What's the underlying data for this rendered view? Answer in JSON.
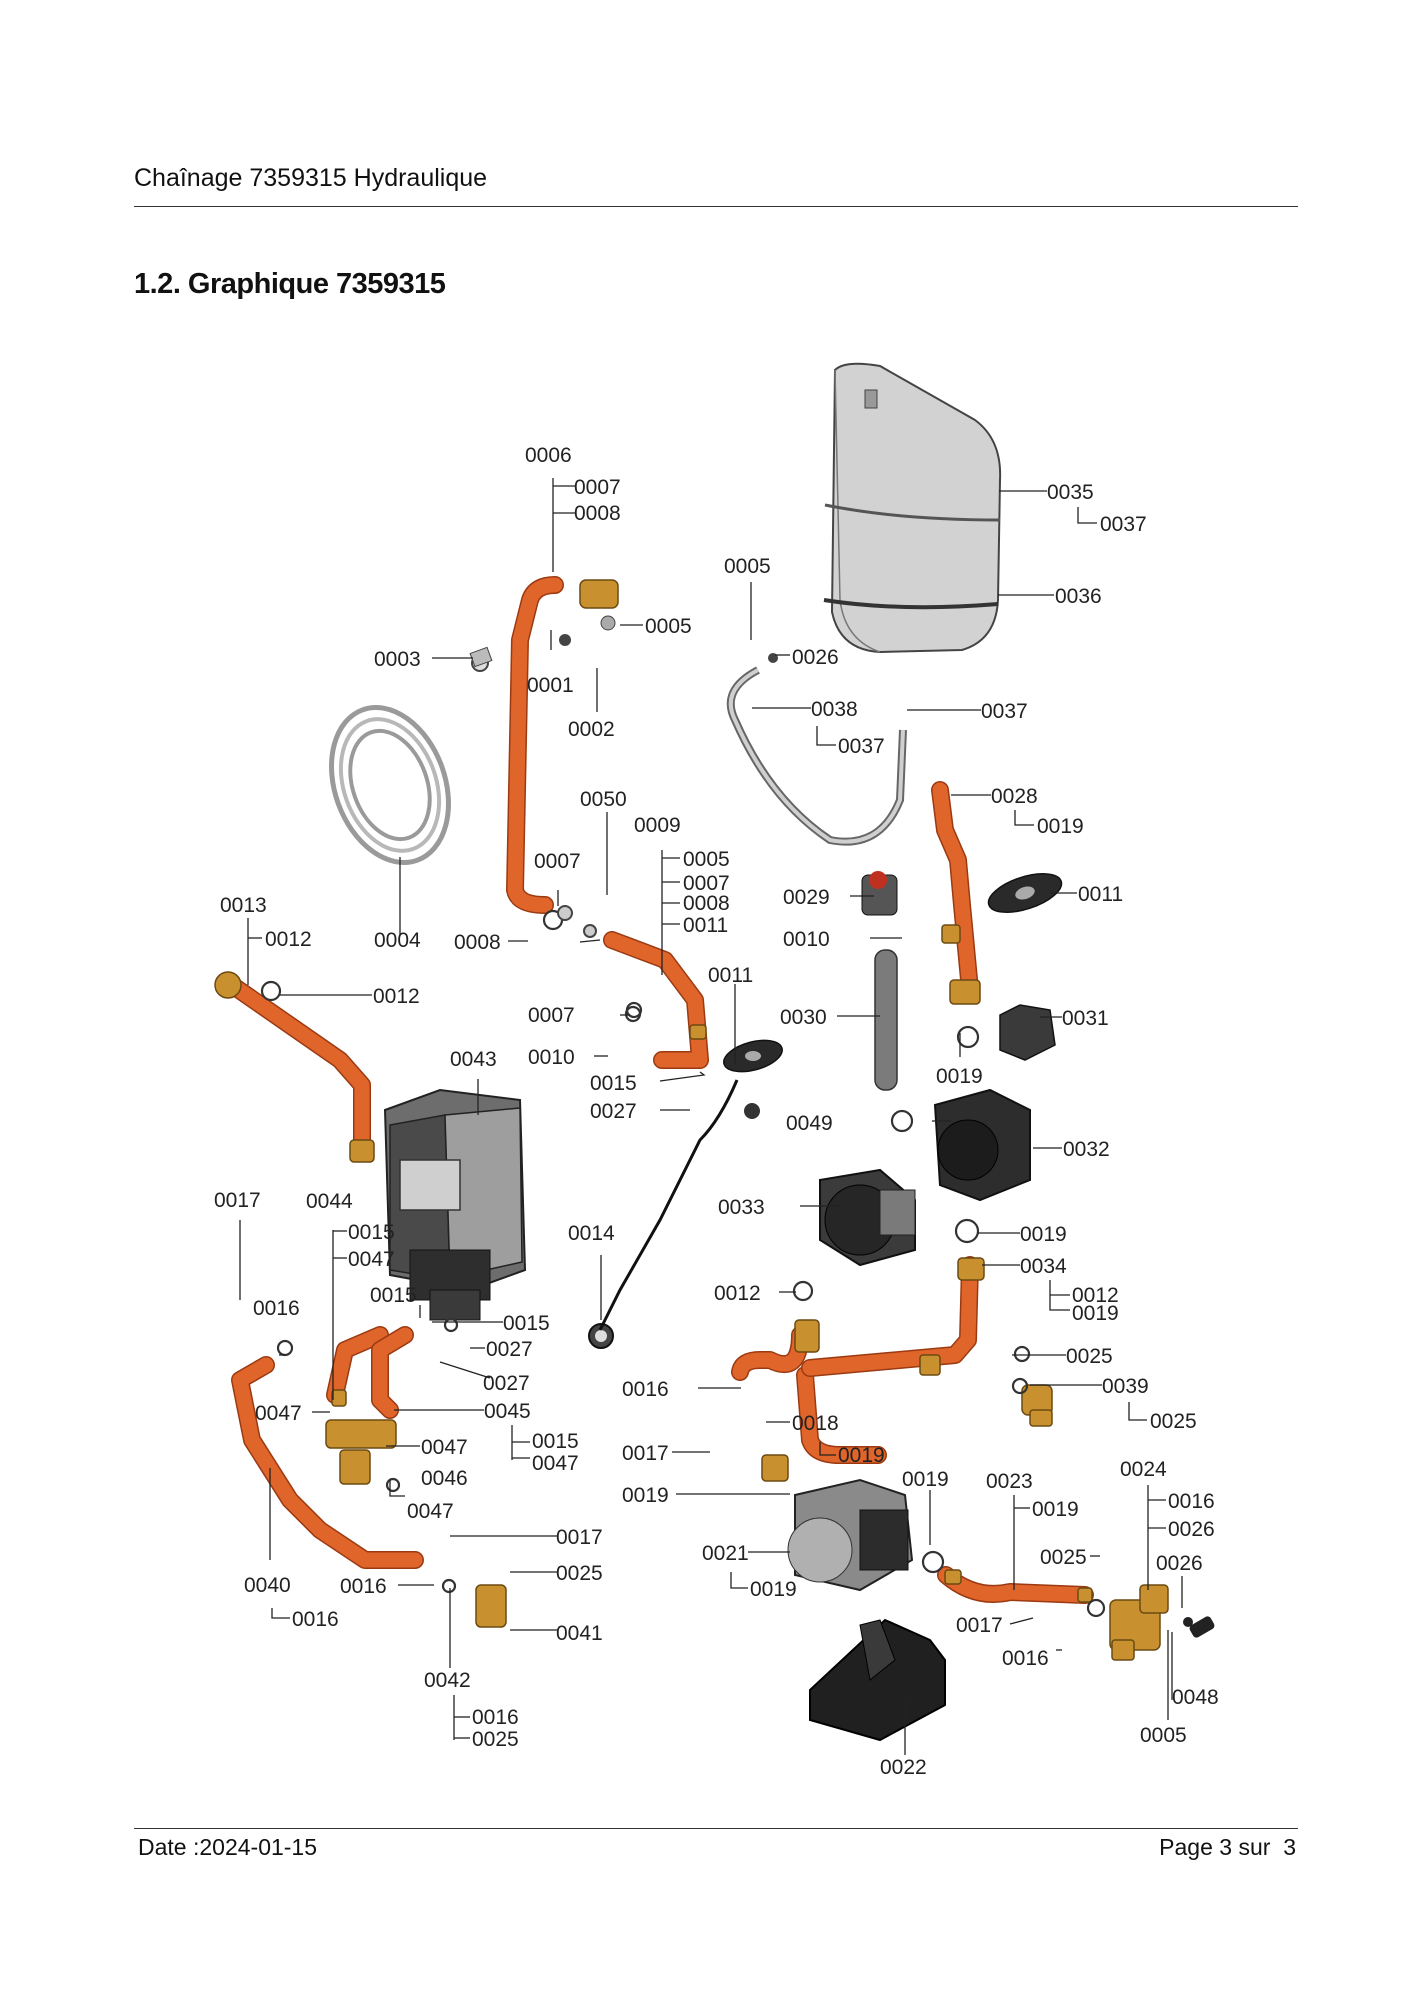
{
  "header": {
    "title": "Chaînage 7359315 Hydraulique",
    "section": "1.2. Graphique 7359315"
  },
  "footer": {
    "date": "Date :2024-01-15",
    "page_prefix": "Page 3 sur",
    "page_total": "3"
  },
  "diagram": {
    "labels": [
      "0006",
      "0007",
      "0008",
      "0005",
      "0001",
      "0002",
      "0003",
      "0004",
      "0005",
      "0026",
      "0035",
      "0037",
      "0036",
      "0038",
      "0037",
      "0037",
      "0028",
      "0019",
      "0011",
      "0029",
      "0010",
      "0031",
      "0019",
      "0030",
      "0050",
      "0009",
      "0005",
      "0007",
      "0008",
      "0011",
      "0007",
      "0008",
      "0013",
      "0012",
      "0012",
      "0011",
      "0007",
      "0010",
      "0015",
      "0027",
      "0043",
      "0014",
      "0049",
      "0032",
      "0033",
      "0019",
      "0034",
      "0012",
      "0019",
      "0012",
      "0017",
      "0044",
      "0015",
      "0047",
      "0016",
      "0015",
      "0015",
      "0027",
      "0027",
      "0045",
      "0015",
      "0047",
      "0047",
      "0047",
      "0046",
      "0047",
      "0017",
      "0025",
      "0041",
      "0040",
      "0016",
      "0016",
      "0042",
      "0016",
      "0025",
      "0025",
      "0039",
      "0025",
      "0016",
      "0018",
      "0019",
      "0017",
      "0019",
      "0019",
      "0023",
      "0019",
      "0024",
      "0016",
      "0026",
      "0025",
      "0026",
      "0021",
      "0019",
      "0017",
      "0016",
      "0048",
      "0005",
      "0022"
    ]
  }
}
